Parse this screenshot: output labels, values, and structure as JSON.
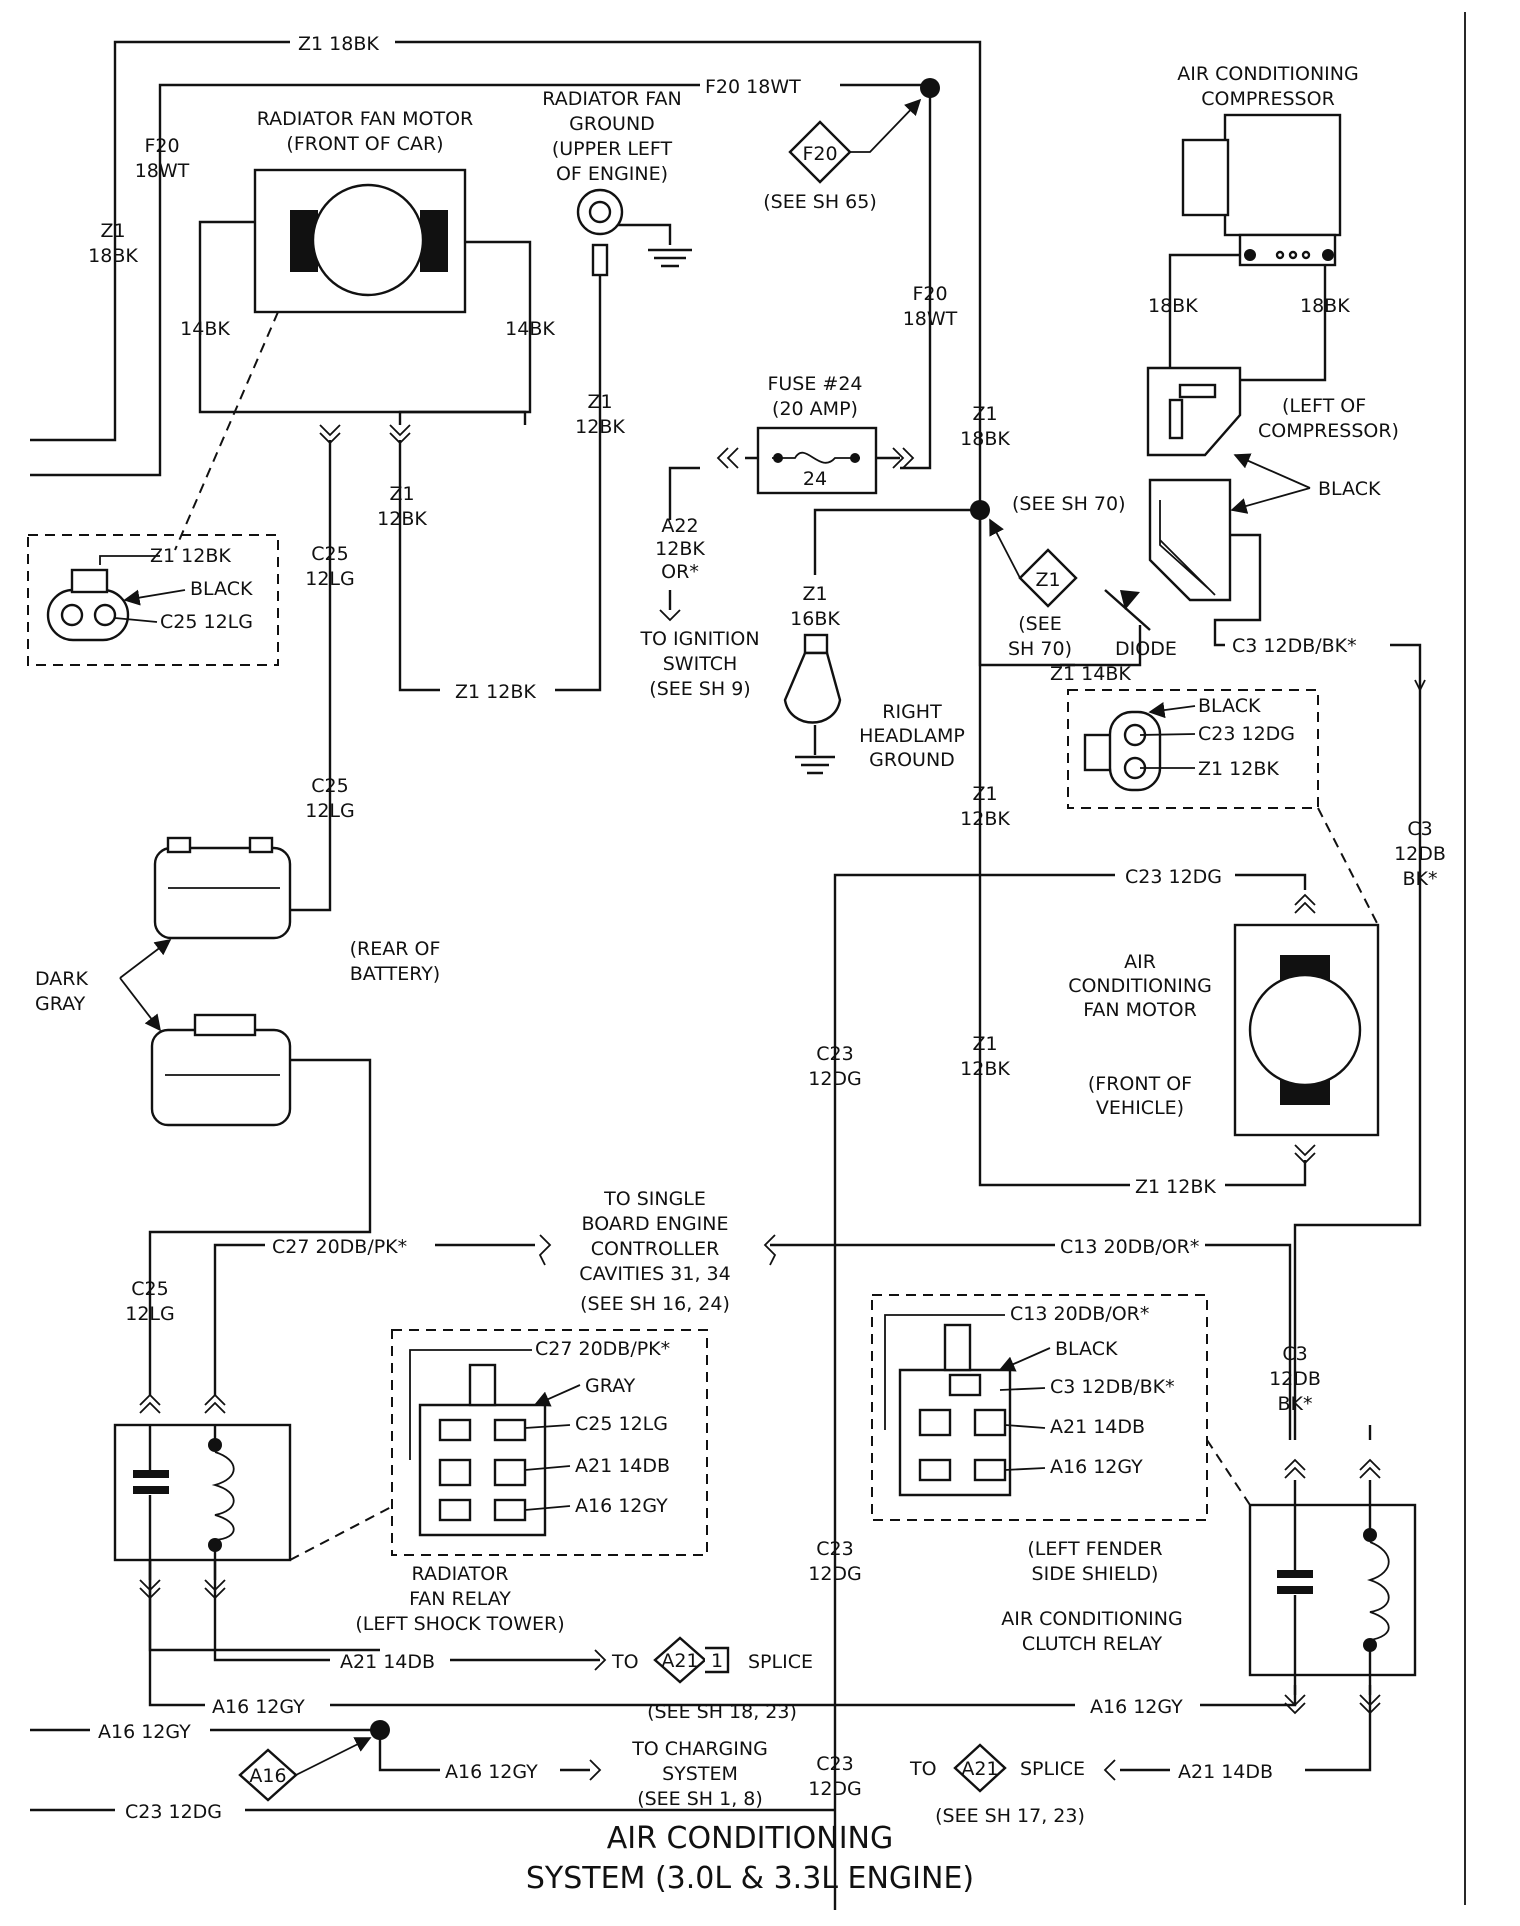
{
  "title": {
    "line1": "AIR CONDITIONING",
    "line2": "SYSTEM (3.0L & 3.3L ENGINE)"
  },
  "components": {
    "rad_fan_motor": [
      "RADIATOR FAN MOTOR",
      "(FRONT OF CAR)"
    ],
    "rad_fan_ground": [
      "RADIATOR FAN",
      "GROUND",
      "(UPPER LEFT",
      "OF ENGINE)"
    ],
    "ac_compressor": [
      "AIR CONDITIONING",
      "COMPRESSOR"
    ],
    "left_of_compressor": [
      "(LEFT OF",
      "COMPRESSOR)"
    ],
    "fuse": [
      "FUSE #24",
      "(20 AMP)"
    ],
    "fuse_number": "24",
    "to_ignition": [
      "TO IGNITION",
      "SWITCH",
      "(SEE SH 9)"
    ],
    "right_headlamp_ground": [
      "RIGHT",
      "HEADLAMP",
      "GROUND"
    ],
    "diode": "DIODE",
    "rear_of_battery": [
      "(REAR OF",
      "BATTERY)"
    ],
    "dark_gray": [
      "DARK",
      "GRAY"
    ],
    "ac_fan_motor": [
      "AIR",
      "CONDITIONING",
      "FAN MOTOR"
    ],
    "front_of_vehicle": [
      "(FRONT OF",
      "VEHICLE)"
    ],
    "to_sbec": [
      "TO SINGLE",
      "BOARD ENGINE",
      "CONTROLLER",
      "CAVITIES 31, 34"
    ],
    "see_sh_16_24": "(SEE SH 16, 24)",
    "rad_fan_relay": [
      "RADIATOR",
      "FAN RELAY",
      "(LEFT SHOCK TOWER)"
    ],
    "left_fender": [
      "(LEFT FENDER",
      "SIDE SHIELD)"
    ],
    "ac_clutch_relay": [
      "AIR CONDITIONING",
      "CLUTCH RELAY"
    ],
    "to_charging": [
      "TO CHARGING",
      "SYSTEM",
      "(SEE SH 1, 8)"
    ],
    "splice_to": "TO",
    "splice": "SPLICE",
    "see_sh_18_23": "(SEE SH 18, 23)",
    "see_sh_17_23": "(SEE SH 17, 23)"
  },
  "refs": {
    "f20_tag": "F20",
    "see_sh_65": "(SEE SH 65)",
    "z1_tag": "Z1",
    "see_sh_70_a": "(SEE SH 70)",
    "see_sh_70_b": [
      "(SEE",
      "SH 70)"
    ],
    "a21_tag": "A21",
    "a21_suffix": "1",
    "a16_tag": "A16"
  },
  "wires": {
    "z1_18bk_top": "Z1 18BK",
    "f20_18wt_top": "F20 18WT",
    "f20_left": [
      "F20",
      "18WT"
    ],
    "z1_left": [
      "Z1",
      "18BK"
    ],
    "bk14_left": "14BK",
    "bk14_right": "14BK",
    "z1_12bk_ground": [
      "Z1",
      "12BK"
    ],
    "f20_fuse": [
      "F20",
      "18WT"
    ],
    "z1_18bk_vert": [
      "Z1",
      "18BK"
    ],
    "z1_12bk_mid": [
      "Z1",
      "12BK"
    ],
    "c25_12lg_1": [
      "C25",
      "12LG"
    ],
    "c25_12lg_2": [
      "C25",
      "12LG"
    ],
    "c25_12lg_3": [
      "C25",
      "12LG"
    ],
    "z1_12bk_bottom": "Z1 12BK",
    "a22_12bk": [
      "A22",
      "12BK",
      "OR*"
    ],
    "z1_16bk": [
      "Z1",
      "16BK"
    ],
    "z1_14bk": "Z1 14BK",
    "bk18_left": "18BK",
    "bk18_right": "18BK",
    "c3_12dbbk_h": "C3 12DB/BK*",
    "c3_12db_bk_v": [
      "C3",
      "12DB",
      "BK*"
    ],
    "c3_12db_bk_v2": [
      "C3",
      "12DB",
      "BK*"
    ],
    "z1_12bk_v1": [
      "Z1",
      "12BK"
    ],
    "z1_12bk_v2": [
      "Z1",
      "12BK"
    ],
    "c23_12dg_top": "C23 12DG",
    "c23_12dg_v1": [
      "C23",
      "12DG"
    ],
    "c23_12dg_v2": [
      "C23",
      "12DG"
    ],
    "c23_12dg_v3": [
      "C23",
      "12DG"
    ],
    "z1_12bk_fanlow": "Z1 12BK",
    "c27_20dbpk": "C27 20DB/PK*",
    "c13_20dbor": "C13 20DB/OR*",
    "a21_14db_left": "A21 14DB",
    "a21_14db_right": "A21 14DB",
    "a16_12gy_1": "A16 12GY",
    "a16_12gy_2": "A16 12GY",
    "a16_12gy_3": "A16 12GY",
    "a16_12gy_4": "A16 12GY",
    "c23_12dg_bottom": "C23 12DG"
  },
  "connector_labels": {
    "rad_motor_conn": [
      "Z1 12BK",
      "BLACK",
      "C25 12LG"
    ],
    "ac_fan_conn": [
      "BLACK",
      "C23 12DG",
      "Z1 12BK"
    ],
    "compressor_conn": "BLACK",
    "rad_relay_conn": [
      "C27 20DB/PK*",
      "GRAY",
      "C25 12LG",
      "A21 14DB",
      "A16 12GY"
    ],
    "clutch_relay_conn": [
      "C13 20DB/OR*",
      "BLACK",
      "C3 12DB/BK*",
      "A21 14DB",
      "A16 12GY"
    ]
  }
}
